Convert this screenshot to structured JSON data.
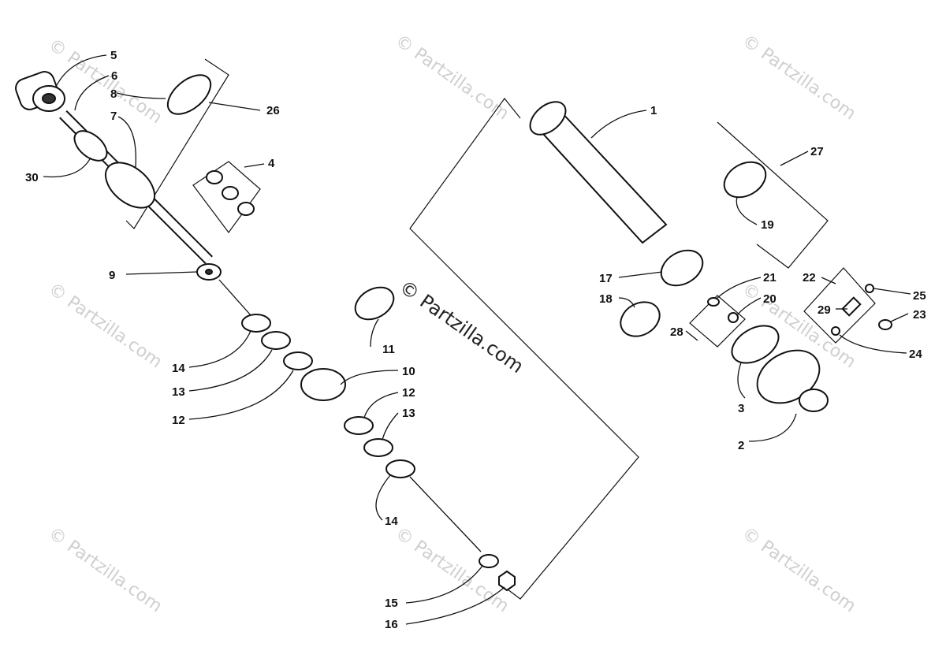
{
  "diagram": {
    "watermark_text": "© Partzilla.com",
    "center_watermark_text": "© Partzilla.com",
    "part_labels": [
      "1",
      "2",
      "3",
      "4",
      "5",
      "6",
      "7",
      "8",
      "9",
      "10",
      "11",
      "12",
      "12",
      "13",
      "13",
      "14",
      "14",
      "15",
      "16",
      "17",
      "18",
      "19",
      "20",
      "21",
      "22",
      "23",
      "24",
      "25",
      "26",
      "27",
      "28",
      "29",
      "30"
    ]
  }
}
